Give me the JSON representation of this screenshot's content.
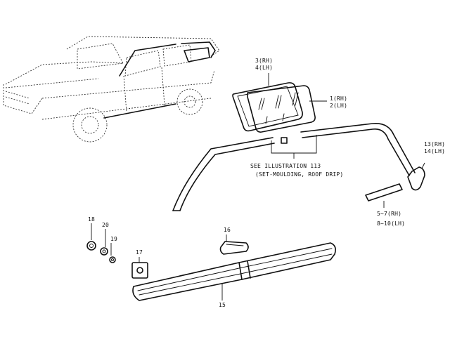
{
  "labels": {
    "part_3": "3(RH)",
    "part_4": "4(LH)",
    "part_1": "1(RH)",
    "part_2": "2(LH)",
    "part_13": "13(RH)",
    "part_14": "14(LH)",
    "see_line1": "SEE ILLUSTRATION 113",
    "see_line2": "(SET-MOULDING, ROOF DRIP)",
    "part_5_7": "5~7(RH)",
    "part_8_10": "8~10(LH)",
    "part_18": "18",
    "part_20": "20",
    "part_19": "19",
    "part_17": "17",
    "part_16": "16",
    "part_15": "15"
  }
}
